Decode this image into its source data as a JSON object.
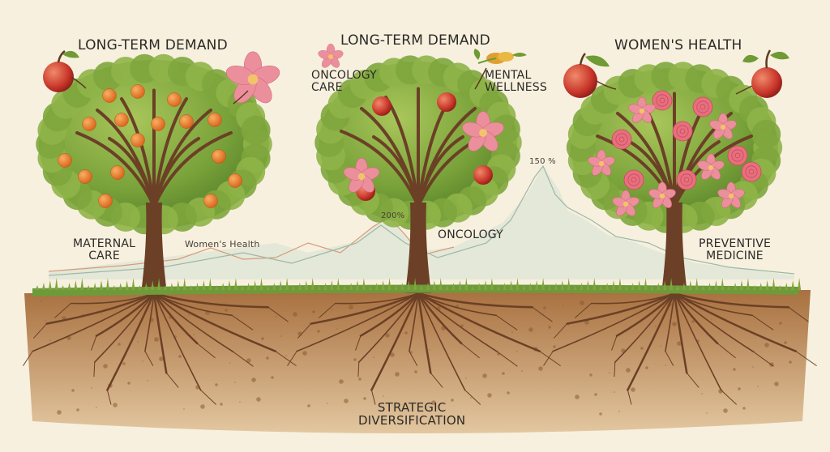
{
  "headings": {
    "left": "LONG-TERM DEMAND",
    "center": "LONG-TERM DEMAND",
    "right": "WOMEN'S HEALTH"
  },
  "labels": {
    "oncology_care_line1": "ONCOLOGY",
    "oncology_care_line2": "CARE",
    "mental_wellness_line1": "MENTAL",
    "mental_wellness_line2": "WELLNESS",
    "maternal_care_line1": "MATERNAL",
    "maternal_care_line2": "CARE",
    "womens_health_small": "Women's Health",
    "oncology": "ONCOLOGY",
    "preventive_line1": "PREVENTIVE",
    "preventive_line2": "MEDICINE",
    "strategic_line1": "STRATEGIC",
    "strategic_line2": "DIVERSIFICATION"
  },
  "annotations": {
    "pct_200": "200%",
    "pct_150": "150 %"
  },
  "colors": {
    "background": "#f7f0df",
    "soil": "#b0804f",
    "grass": "#6e9a3a",
    "foliage": "#6f9a34",
    "trunk": "#6b4026",
    "fruit_orange": "#e5761f",
    "fruit_red": "#c8352a",
    "flower_pink": "#ec8f9c"
  },
  "icons": [
    "apple-icon",
    "flower-icon",
    "leaf-sprig-icon"
  ]
}
